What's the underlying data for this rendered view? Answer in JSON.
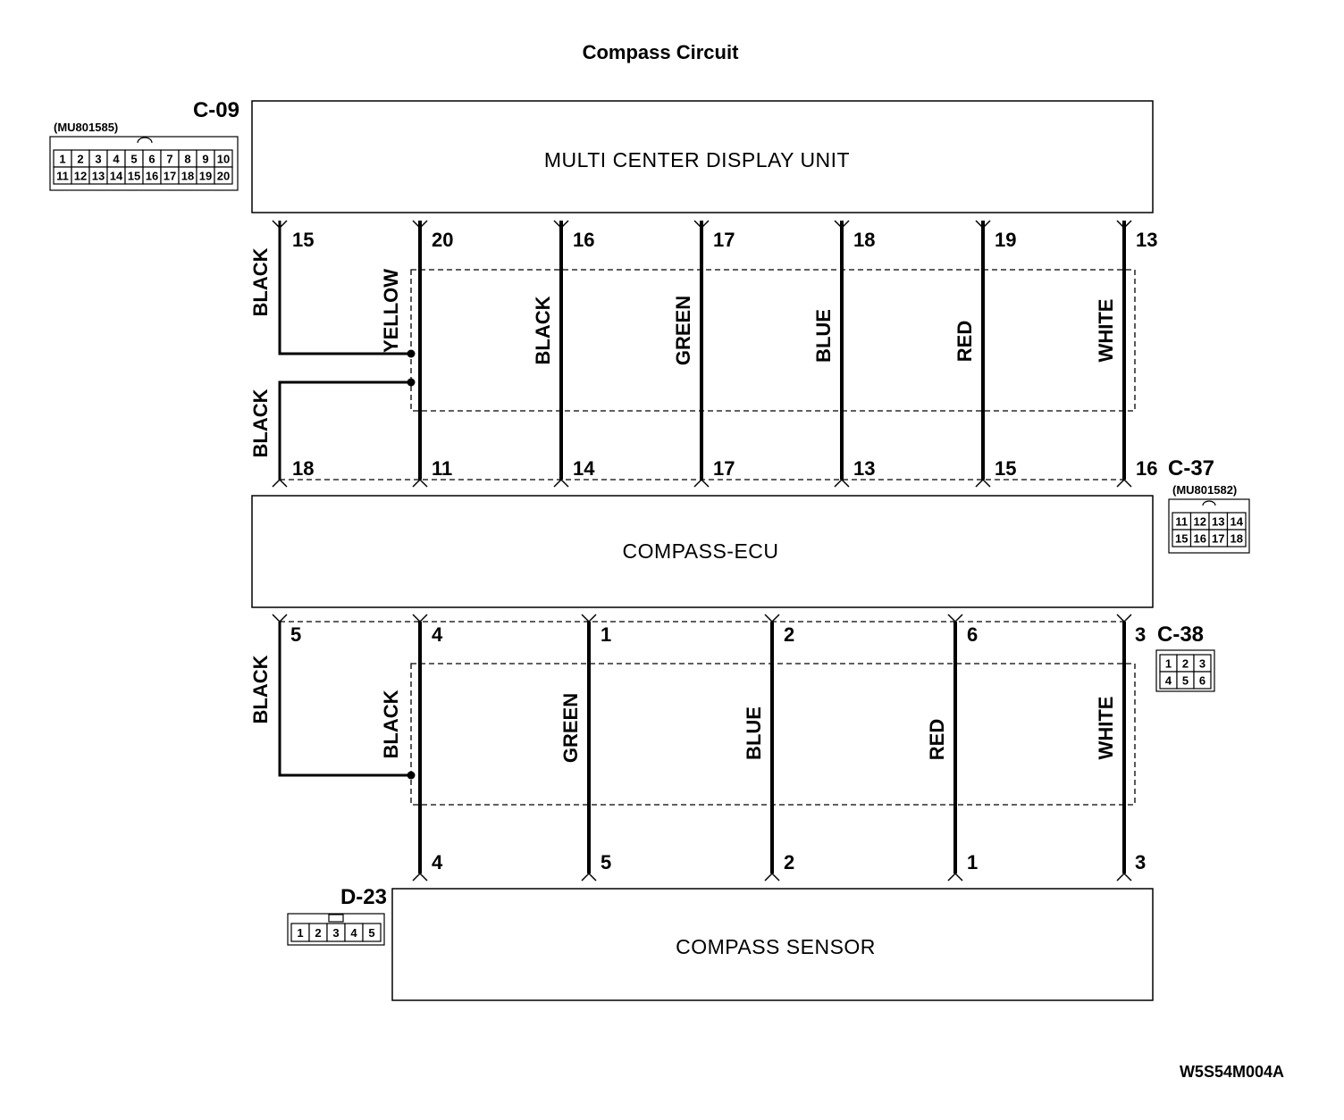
{
  "title": "Compass Circuit",
  "code": "W5S54M004A",
  "components": {
    "display_unit": {
      "label": "MULTI CENTER DISPLAY UNIT"
    },
    "compass_ecu": {
      "label": "COMPASS-ECU"
    },
    "compass_sensor": {
      "label": "COMPASS SENSOR"
    }
  },
  "connectors": {
    "c09": {
      "id": "C-09",
      "part_no": "(MU801585)",
      "rows": [
        [
          "1",
          "2",
          "3",
          "4",
          "5",
          "6",
          "7",
          "8",
          "9",
          "10"
        ],
        [
          "11",
          "12",
          "13",
          "14",
          "15",
          "16",
          "17",
          "18",
          "19",
          "20"
        ]
      ]
    },
    "c37": {
      "id": "C-37",
      "part_no": "(MU801582)",
      "rows": [
        [
          "11",
          "12",
          "13",
          "14"
        ],
        [
          "15",
          "16",
          "17",
          "18"
        ]
      ]
    },
    "c38": {
      "id": "C-38",
      "rows": [
        [
          "1",
          "2",
          "3"
        ],
        [
          "4",
          "5",
          "6"
        ]
      ]
    },
    "d23": {
      "id": "D-23",
      "rows": [
        [
          "1",
          "2",
          "3",
          "4",
          "5"
        ]
      ]
    }
  },
  "upper_wires": [
    {
      "top_pin": "15",
      "bottom_pin": "",
      "color": "BLACK"
    },
    {
      "top_pin": "",
      "bottom_pin": "18",
      "color": "BLACK"
    },
    {
      "top_pin": "20",
      "bottom_pin": "11",
      "color": "YELLOW"
    },
    {
      "top_pin": "16",
      "bottom_pin": "14",
      "color": "BLACK"
    },
    {
      "top_pin": "17",
      "bottom_pin": "17",
      "color": "GREEN"
    },
    {
      "top_pin": "18",
      "bottom_pin": "13",
      "color": "BLUE"
    },
    {
      "top_pin": "19",
      "bottom_pin": "15",
      "color": "RED"
    },
    {
      "top_pin": "13",
      "bottom_pin": "16",
      "color": "WHITE"
    }
  ],
  "lower_wires": [
    {
      "top_pin": "5",
      "bottom_pin": "",
      "color": "BLACK"
    },
    {
      "top_pin": "4",
      "bottom_pin": "4",
      "color": "BLACK"
    },
    {
      "top_pin": "1",
      "bottom_pin": "5",
      "color": "GREEN"
    },
    {
      "top_pin": "2",
      "bottom_pin": "2",
      "color": "BLUE"
    },
    {
      "top_pin": "6",
      "bottom_pin": "1",
      "color": "RED"
    },
    {
      "top_pin": "3",
      "bottom_pin": "3",
      "color": "WHITE"
    }
  ]
}
